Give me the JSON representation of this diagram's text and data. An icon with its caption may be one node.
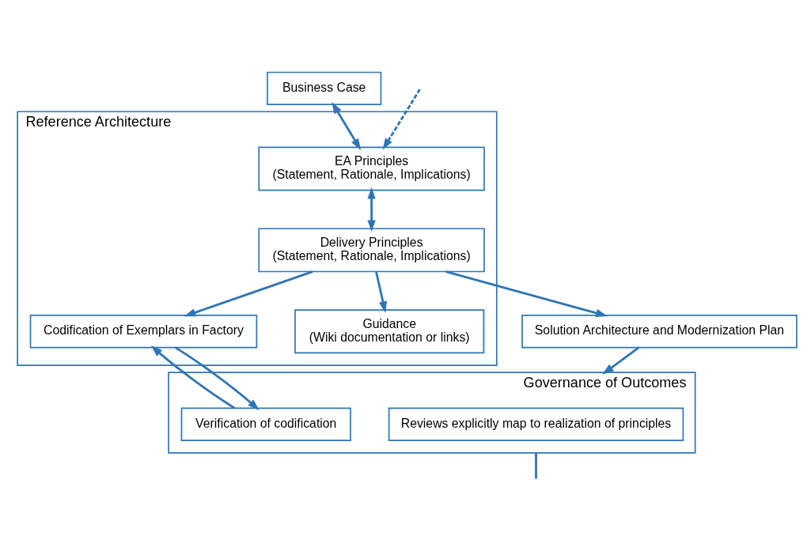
{
  "diagram": {
    "nodes": [
      {
        "text": [
          "Reference Architecture"
        ]
      },
      {
        "text": [
          "Business Case"
        ]
      },
      {
        "text": [
          "EA Principles",
          "(Statement, Rationale, Implications)"
        ],
        "in": 0
      },
      {
        "text": [
          "Delivery Principles",
          "(Statement, Rationale, Implications)"
        ],
        "in": 0
      },
      {
        "text": [
          "Guidance",
          "(Wiki documentation or links)"
        ],
        "in": 0
      },
      {
        "text": [
          "Codification of Exemplars in Factory"
        ],
        "in": 0
      },
      {
        "text": [
          "Solution Architecture and Modernization Plan"
        ]
      },
      {
        "text": [
          "Governance of Outcomes"
        ]
      },
      {
        "text": [
          "Reviews explicitly map to realization of principles"
        ],
        "in": 7
      },
      {
        "text": [
          "Verification of codification"
        ],
        "in": 7
      }
    ],
    "edges": [
      {
        "from": 1,
        "to": 2,
        "arrow": "both"
      },
      {
        "from": 2,
        "to": 3,
        "arrow": "both"
      },
      {
        "from": 3,
        "to": 4,
        "arrow": "to"
      },
      {
        "from": 3,
        "to": 5,
        "arrow": "to"
      },
      {
        "from": 3,
        "to": 6,
        "arrow": "to"
      },
      {
        "from": 6,
        "to": 7,
        "arrow": "to"
      },
      {
        "from": 9,
        "to": 5,
        "arrow": "to"
      },
      {
        "from": 5,
        "to": 9,
        "arrow": "to"
      },
      {
        "from": null,
        "to": 2,
        "arrow": "to",
        "style": "dashed"
      },
      {
        "from": 7,
        "to": null,
        "arrow": "none"
      }
    ]
  }
}
